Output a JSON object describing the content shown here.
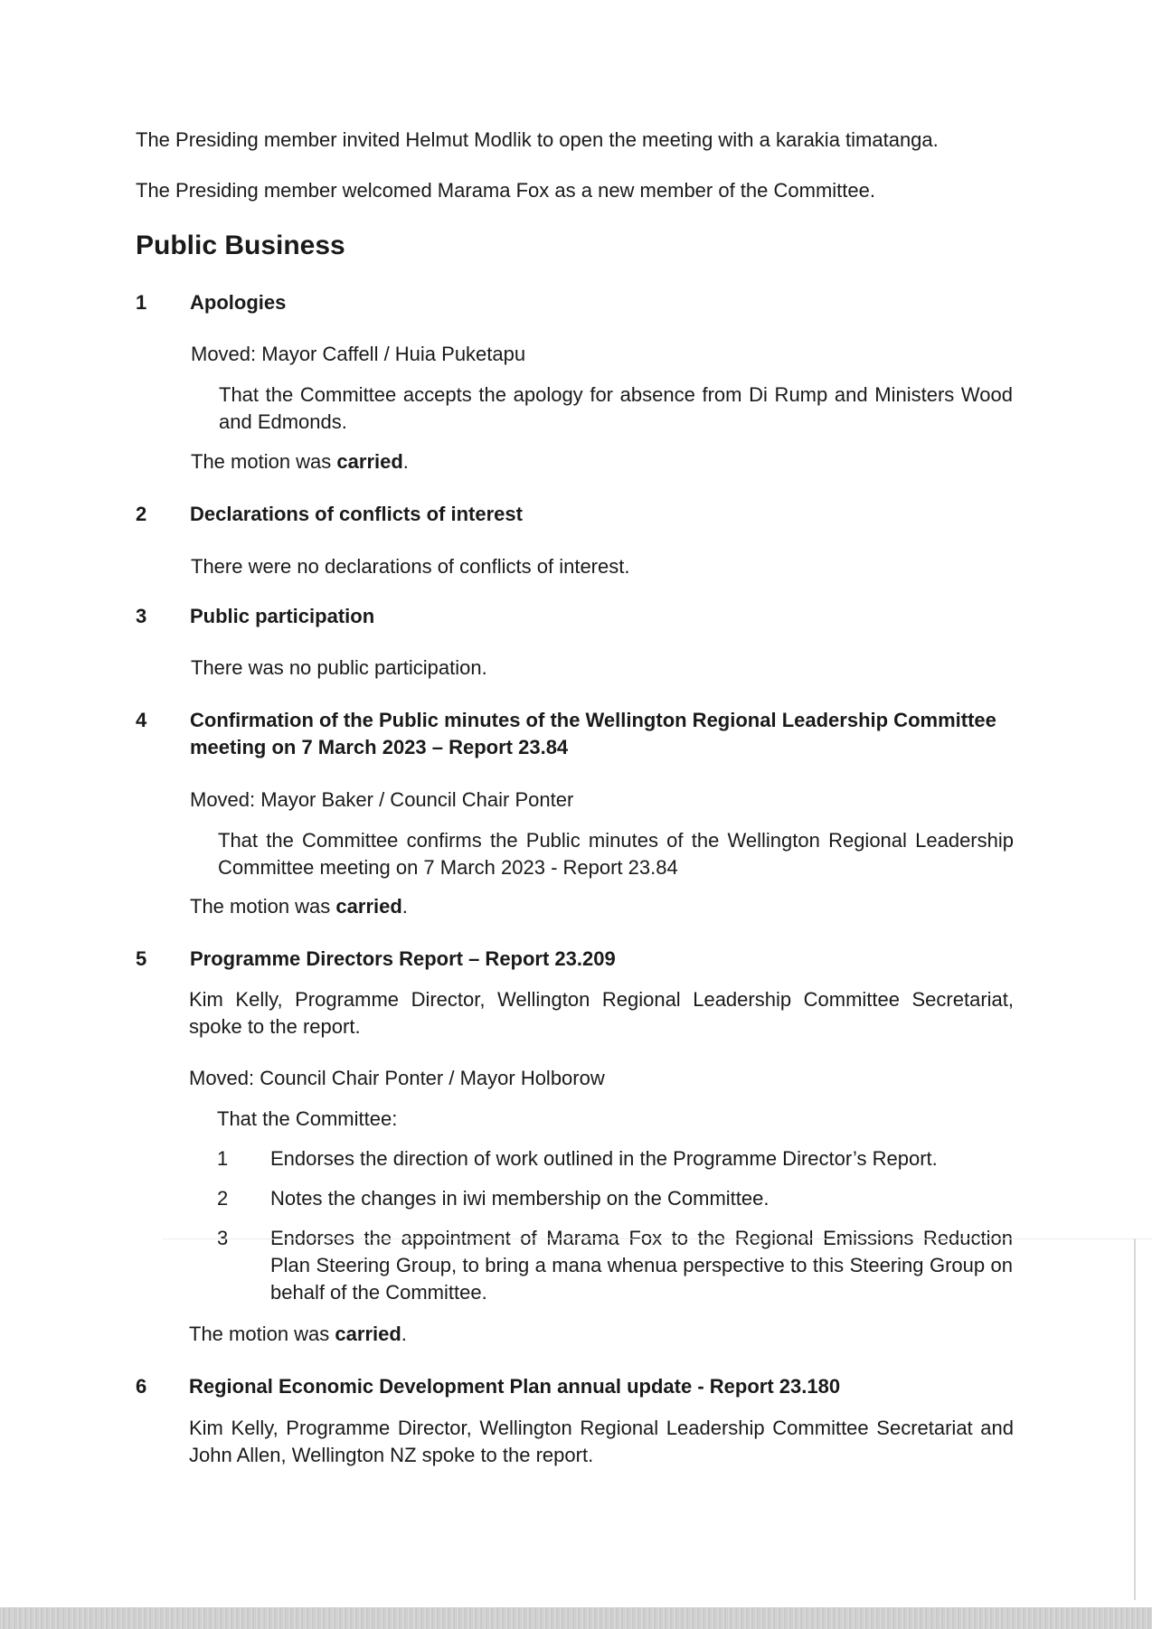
{
  "intro": {
    "line1": "The Presiding member invited Helmut Modlik to open the meeting with a karakia timatanga.",
    "line2": "The Presiding member welcomed Marama Fox as a new member of the Committee."
  },
  "section_heading": "Public Business",
  "items": [
    {
      "number": "1",
      "title": "Apologies",
      "moved": "Moved: Mayor Caffell / Huia Puketapu",
      "resolution": "That the Committee accepts the apology for absence from Di Rump and Ministers Wood and Edmonds.",
      "motion_prefix": "The motion was ",
      "motion_result": "carried",
      "motion_suffix": "."
    },
    {
      "number": "2",
      "title": "Declarations of conflicts of interest",
      "body": "There were no declarations of conflicts of interest."
    },
    {
      "number": "3",
      "title": "Public participation",
      "body": "There was no public participation."
    },
    {
      "number": "4",
      "title": "Confirmation of the Public minutes of the Wellington Regional Leadership Committee meeting on 7 March 2023 – Report 23.84",
      "moved": "Moved: Mayor Baker / Council Chair Ponter",
      "resolution": "That the Committee confirms the Public minutes of the Wellington Regional Leadership Committee meeting on 7 March 2023 - Report 23.84",
      "motion_prefix": "The motion was ",
      "motion_result": "carried",
      "motion_suffix": "."
    },
    {
      "number": "5",
      "title": "Programme Directors Report – Report 23.209",
      "body": "Kim Kelly, Programme Director, Wellington Regional Leadership Committee Secretariat, spoke to the report.",
      "moved": "Moved: Council Chair Ponter / Mayor Holborow",
      "resolution_intro": "That the Committee:",
      "resolutions": [
        {
          "num": "1",
          "text": "Endorses the direction of work outlined in the Programme Director’s Report."
        },
        {
          "num": "2",
          "text": "Notes the changes in iwi membership on the Committee."
        },
        {
          "num": "3",
          "text": "Endorses the appointment of Marama Fox to the Regional Emissions Reduction Plan Steering Group, to bring a mana whenua perspective to this Steering Group on behalf of the Committee."
        }
      ],
      "motion_prefix": "The motion was ",
      "motion_result": "carried",
      "motion_suffix": "."
    },
    {
      "number": "6",
      "title": "Regional Economic Development Plan annual update - Report 23.180",
      "body": "Kim Kelly, Programme Director, Wellington Regional Leadership Committee Secretariat and John Allen, Wellington NZ spoke to the report."
    }
  ]
}
